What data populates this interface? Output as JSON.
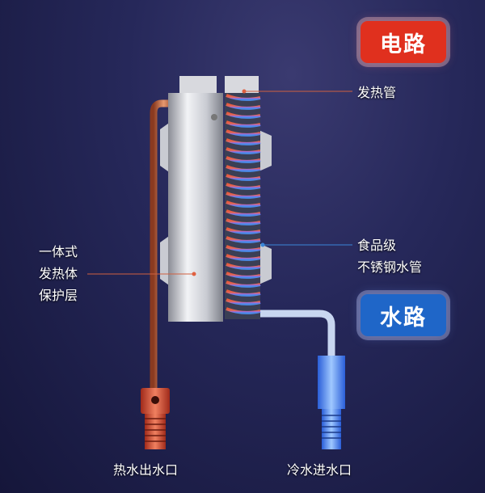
{
  "badges": {
    "electric": "电路",
    "water": "水路"
  },
  "labels": {
    "heating_tube": "发热管",
    "steel_pipe_line1": "食品级",
    "steel_pipe_line2": "不锈钢水管",
    "protect_line1": "一体式",
    "protect_line2": "发热体",
    "protect_line3": "保护层",
    "hot_outlet": "热水出水口",
    "cold_inlet": "冷水进水口"
  },
  "colors": {
    "electric": "#e0301e",
    "water": "#1f66c8",
    "copper": "#c8643c"
  }
}
